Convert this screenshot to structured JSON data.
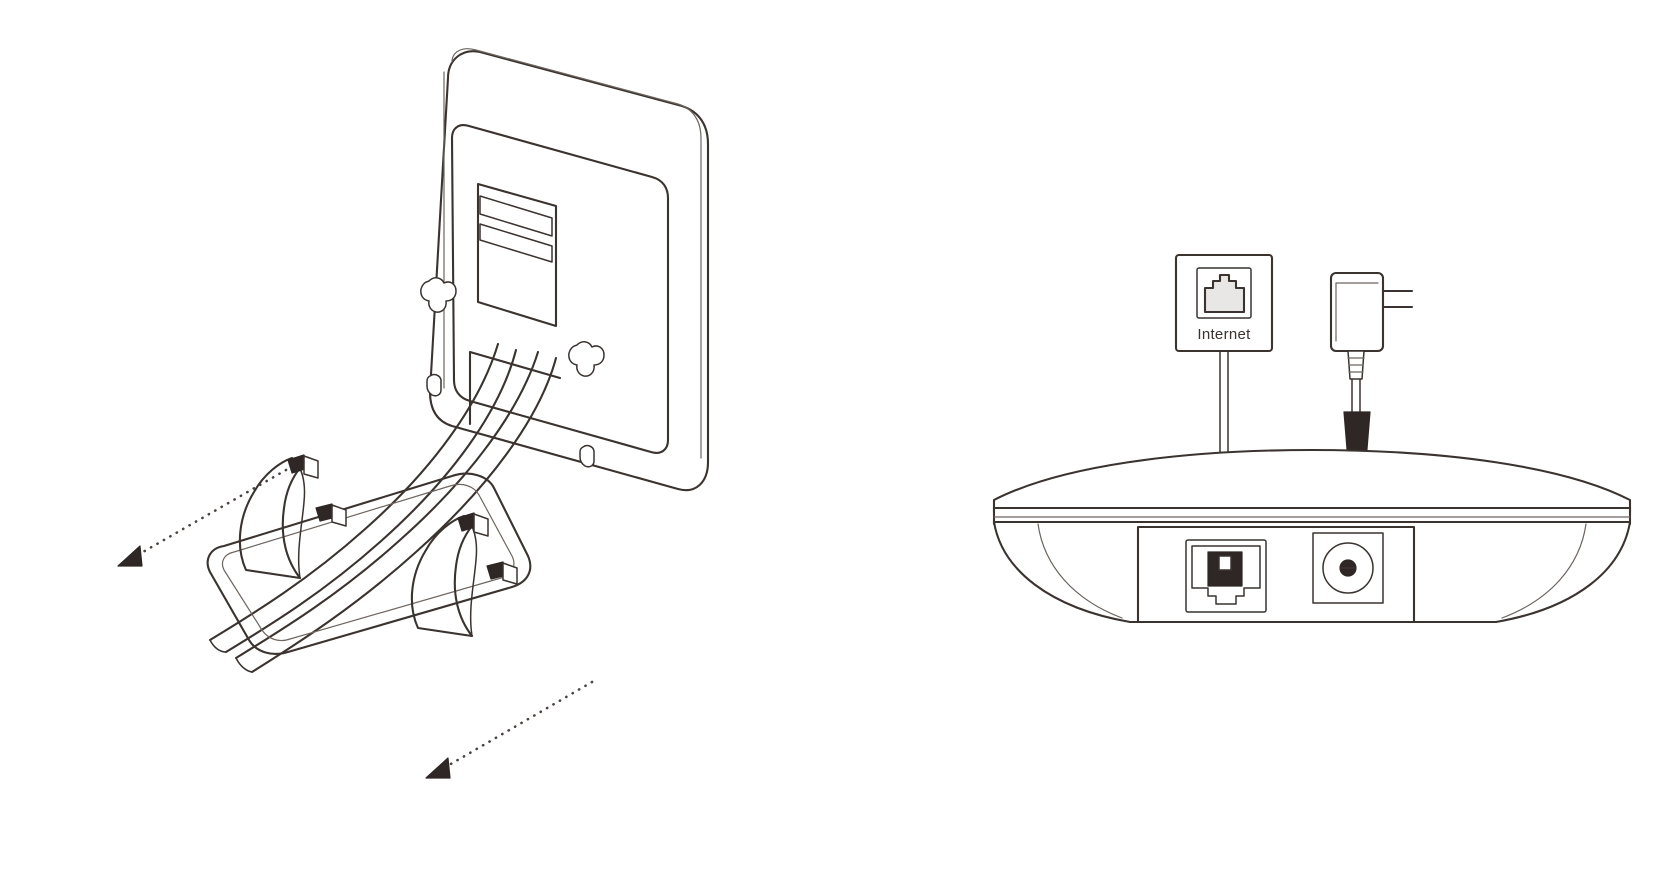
{
  "document": {
    "title": "Router Setup Illustration",
    "type": "line-art technical diagram",
    "background_color": "#ffffff",
    "line_color": "#3a3330",
    "fill_color": "#ffffff",
    "shade_color": "#e8e6e4",
    "dark_connector_color": "#2e2725"
  },
  "panels": [
    {
      "id": "left-panel",
      "name": "cable-routing-through-stand",
      "description": "Rear three-quarter view of a wall-mountable gateway showing two cables routed out of the port recess, down through the clips of the desktop stand"
    },
    {
      "id": "right-panel",
      "name": "port-connection-detail",
      "description": "Front-edge view of the router showing the Internet cable from the wall jack and the power adapter plugged into the rear ports"
    }
  ],
  "left_panel": {
    "device": {
      "name": "gateway-rear-housing",
      "features": [
        "rounded-rectangle-back-panel",
        "recessed-inner-panel",
        "port-block-with-two-slots",
        "keyhole-mount-slot-upper-left",
        "keyhole-mount-slot-lower-right",
        "small-screw-hole-left",
        "small-screw-hole-right"
      ]
    },
    "port_block": {
      "name": "rear-port-block",
      "slots": [
        {
          "index": 0,
          "label": ""
        },
        {
          "index": 1,
          "label": ""
        }
      ]
    },
    "stand": {
      "name": "desktop-stand-cradle",
      "features": [
        "rounded-rectangle-base-plate",
        "cable-clip-rear-left",
        "cable-clip-front-right",
        "raised-saddle-wall-rear",
        "raised-saddle-wall-front"
      ]
    },
    "cables": [
      {
        "name": "cable-upper",
        "description": "cable exiting port block, curving down and left across the stand"
      },
      {
        "name": "cable-lower",
        "description": "second cable exiting port block, running parallel to the first"
      }
    ],
    "callouts": [
      {
        "name": "callout-arrow-rear-clip",
        "style": "dotted-leader-with-solid-arrowhead",
        "direction": "down-left",
        "points_to": "cable-clip-rear-left",
        "label": ""
      },
      {
        "name": "callout-arrow-front-clip",
        "style": "dotted-leader-with-solid-arrowhead",
        "direction": "down-left",
        "points_to": "cable-clip-front-right",
        "label": ""
      }
    ]
  },
  "right_panel": {
    "wall_jack": {
      "name": "internet-wall-jack",
      "label": "Internet",
      "icon": "rj45-jack-icon",
      "plate": "square-wall-plate"
    },
    "power_adapter": {
      "name": "power-adapter",
      "icon": "ac-adapter-icon",
      "features": [
        "adapter-body",
        "two-blade-prongs",
        "strain-relief-collar",
        "power-cable",
        "barrel-plug-connector"
      ],
      "label": ""
    },
    "router": {
      "name": "router-body",
      "description": "oval low-profile router seen from the rear edge",
      "port_recess": {
        "name": "rear-port-recess",
        "ports": [
          {
            "name": "internet-port",
            "type": "rj45",
            "label": "",
            "connected": true,
            "connected_to": "internet-wall-jack"
          },
          {
            "name": "power-port",
            "type": "barrel-jack",
            "label": "",
            "connected": true,
            "connected_to": "power-adapter"
          }
        ]
      }
    },
    "connections": [
      {
        "name": "internet-cable",
        "from": "internet-wall-jack",
        "to": "internet-port"
      },
      {
        "name": "power-cable",
        "from": "power-adapter",
        "to": "power-port"
      }
    ]
  }
}
